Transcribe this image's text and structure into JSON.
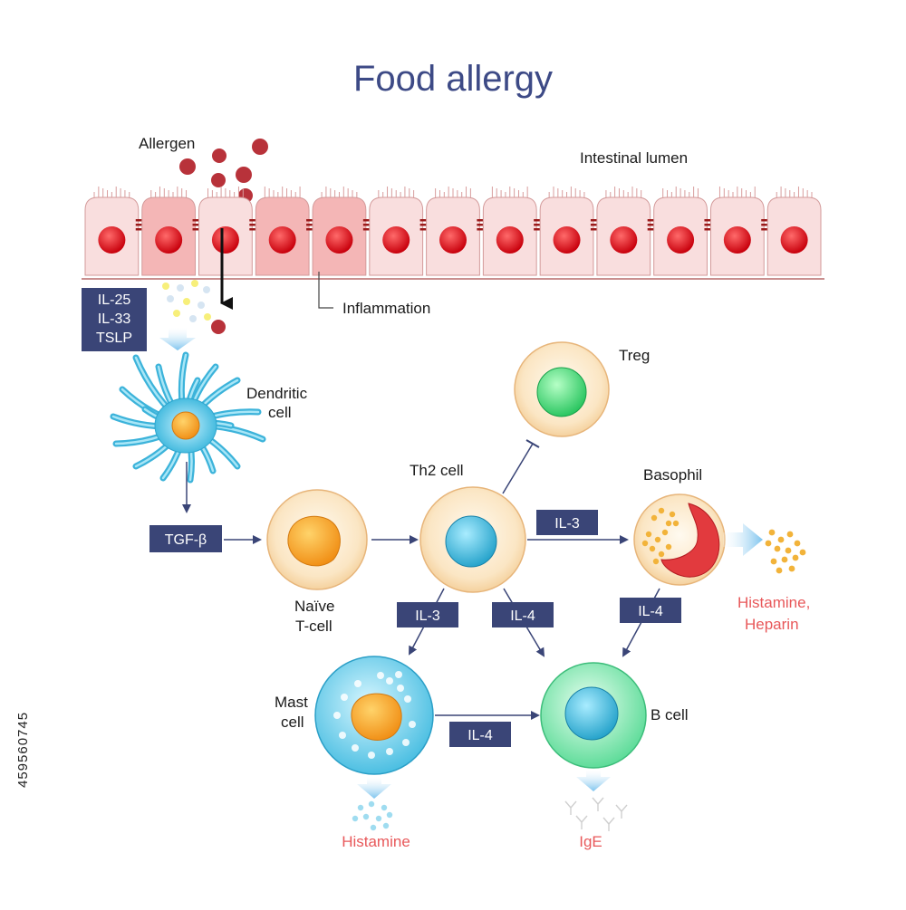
{
  "title": "Food allergy",
  "labels": {
    "allergen": "Allergen",
    "intestinal_lumen": "Intestinal lumen",
    "inflammation": "Inflammation",
    "dendritic_cell_1": "Dendritic",
    "dendritic_cell_2": "cell",
    "treg": "Treg",
    "th2_cell": "Th2 cell",
    "basophil": "Basophil",
    "naive_t_cell_1": "Naïve",
    "naive_t_cell_2": "T-cell",
    "mast_cell_1": "Mast",
    "mast_cell_2": "cell",
    "b_cell": "B cell"
  },
  "boxes": {
    "cytokines_1": "IL-25",
    "cytokines_2": "IL-33",
    "cytokines_3": "TSLP",
    "tgf": "TGF-β",
    "il3_basophil": "IL-3",
    "il3_mast": "IL-3",
    "il4_bcell": "IL-4",
    "il4_basophil": "IL-4",
    "il4_mast": "IL-4"
  },
  "products": {
    "basophil_1": "Histamine,",
    "basophil_2": "Heparin",
    "mast": "Histamine",
    "bcell": "IgE"
  },
  "stock_id": "459560745",
  "colors": {
    "title": "#3d4a86",
    "box": "#3a4577",
    "arrow": "#3a4577",
    "product": "#e8585a",
    "epithelium": "#f7d5d5",
    "nucleus": "#e0101a"
  }
}
